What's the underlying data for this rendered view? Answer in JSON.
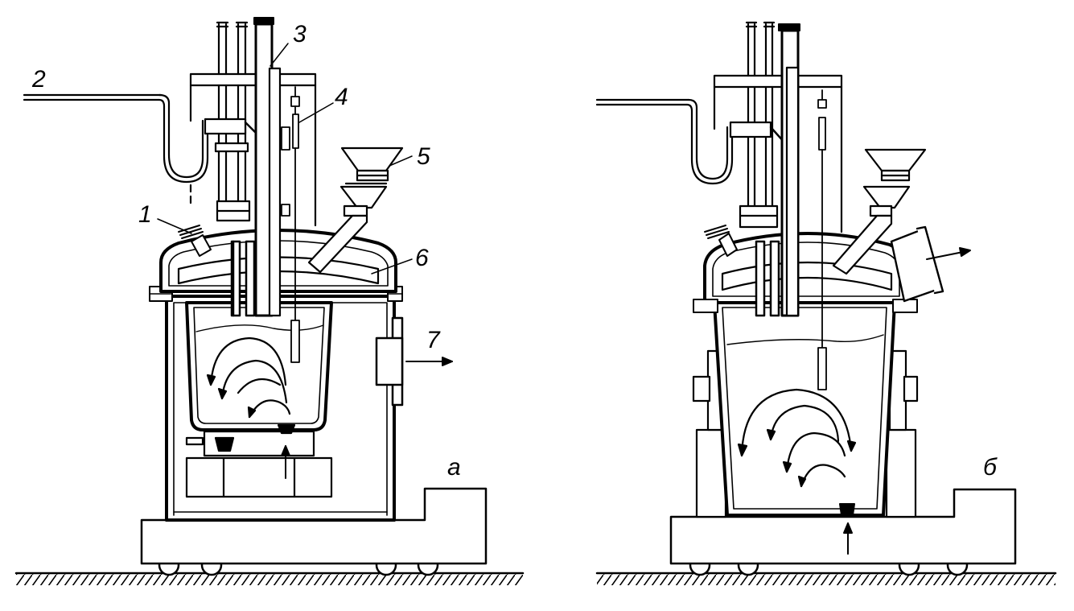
{
  "colors": {
    "ink": "#000000",
    "paper": "#ffffff"
  },
  "diagram_a": {
    "panel_label": "а",
    "callouts": [
      "1",
      "2",
      "3",
      "4",
      "5",
      "6",
      "7"
    ]
  },
  "diagram_b": {
    "panel_label": "б"
  }
}
